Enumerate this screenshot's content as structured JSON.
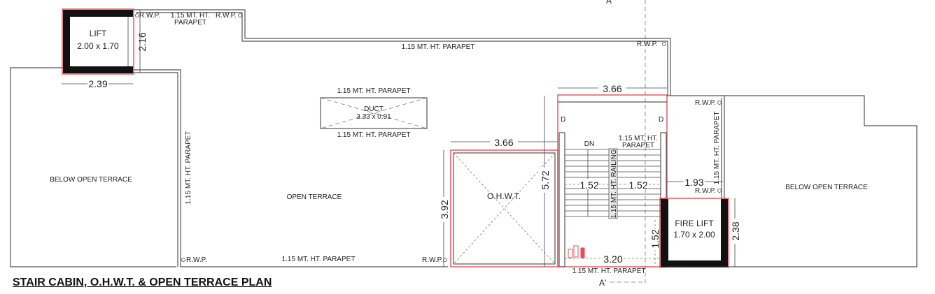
{
  "title": "STAIR CABIN, O.H.W.T. & OPEN TERRACE PLAN",
  "section_mark": "A",
  "section_mark_bottom": "A'",
  "rooms": {
    "lift": {
      "label": "LIFT",
      "size": "2.00 x 1.70"
    },
    "fire_lift": {
      "label": "FIRE LIFT",
      "size": "1.70 x 2.00"
    },
    "ohwt": "O.H.W.T.",
    "open_terrace": "OPEN TERRACE",
    "below_left": "BELOW OPEN TERRACE",
    "below_right": "BELOW OPEN TERRACE",
    "duct": {
      "label": "DUCT",
      "size": "3.33 x 0.91"
    }
  },
  "labels": {
    "rwp": "R.W.P.",
    "parapet": "1.15 MT. HT. PARAPET",
    "parapet_l1": "1.15 MT. HT.",
    "parapet_l2": "PARAPET",
    "railing": "1.15 MT. HT. RAILING",
    "dn": "DN",
    "door": "D"
  },
  "dimensions": {
    "lift_h": "2.16",
    "lift_w": "2.39",
    "stair_w": "3.66",
    "ohwt_w": "3.66",
    "ohwt_h": "3.92",
    "stair_h": "5.72",
    "flight_l": "1.52",
    "flight_r": "1.52",
    "right_w": "1.93",
    "landing_h": "1.52",
    "landing_w": "3.20",
    "fire_lift_h": "2.38"
  },
  "colors": {
    "wall": "#555555",
    "outline_red": "#e0505a",
    "lift_wall": "#111111"
  }
}
